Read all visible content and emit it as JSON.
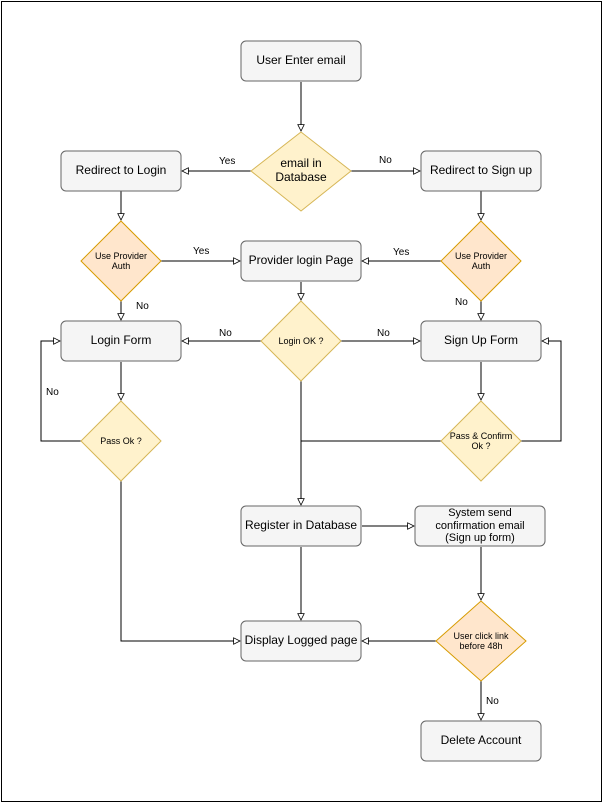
{
  "nodes": {
    "user_enter_email": "User Enter email",
    "email_in_database": "email in\nDatabase",
    "redirect_login": "Redirect to Login",
    "redirect_signup": "Redirect to Sign up",
    "use_provider_auth_left": "Use Provider\nAuth",
    "provider_login_page": "Provider login Page",
    "use_provider_auth_right": "Use Provider\nAuth",
    "login_form": "Login Form",
    "login_ok": "Login OK ?",
    "signup_form": "Sign Up Form",
    "pass_ok": "Pass Ok ?",
    "pass_confirm_ok": "Pass & Confirm\nOk ?",
    "register_database": "Register in Database",
    "system_send_email": "System send\nconfirmation email\n(Sign up form)",
    "display_logged_page": "Display Logged page",
    "user_click_link": "User click link\nbefore 48h",
    "delete_account": "Delete Account"
  },
  "edge_labels": {
    "email_yes": "Yes",
    "email_no": "No",
    "provider_left_yes": "Yes",
    "provider_left_no": "No",
    "provider_right_yes": "Yes",
    "provider_right_no": "No",
    "login_ok_no_left": "No",
    "login_ok_no_right": "No",
    "pass_ok_no": "No",
    "click_link_no": "No"
  },
  "colors": {
    "process_fill": "#f5f5f5",
    "process_stroke": "#666666",
    "decision_fill": "#fff2cc",
    "decision_stroke": "#d6b656",
    "provider_fill": "#ffe6cc",
    "provider_stroke": "#d79b00",
    "line": "#000000"
  }
}
